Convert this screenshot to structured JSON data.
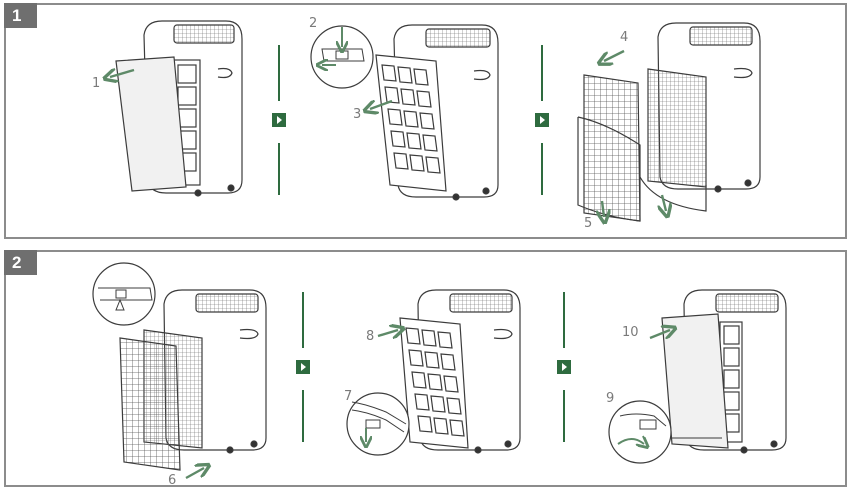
{
  "panels": [
    {
      "label": "1",
      "step_numbers": [
        "1",
        "2",
        "3",
        "4",
        "5"
      ]
    },
    {
      "label": "2",
      "step_numbers": [
        "6",
        "7",
        "8",
        "9",
        "10"
      ]
    }
  ],
  "colors": {
    "arrow": "#5e8a68",
    "line": "#3c3c3c",
    "divider": "#2e6b3f",
    "frame": "#8c8c8c",
    "badge": "#6f6f6f"
  },
  "icons": [
    "next-step-arrow-icon",
    "removal-arrow-icon",
    "magnifier-detail-icon"
  ]
}
